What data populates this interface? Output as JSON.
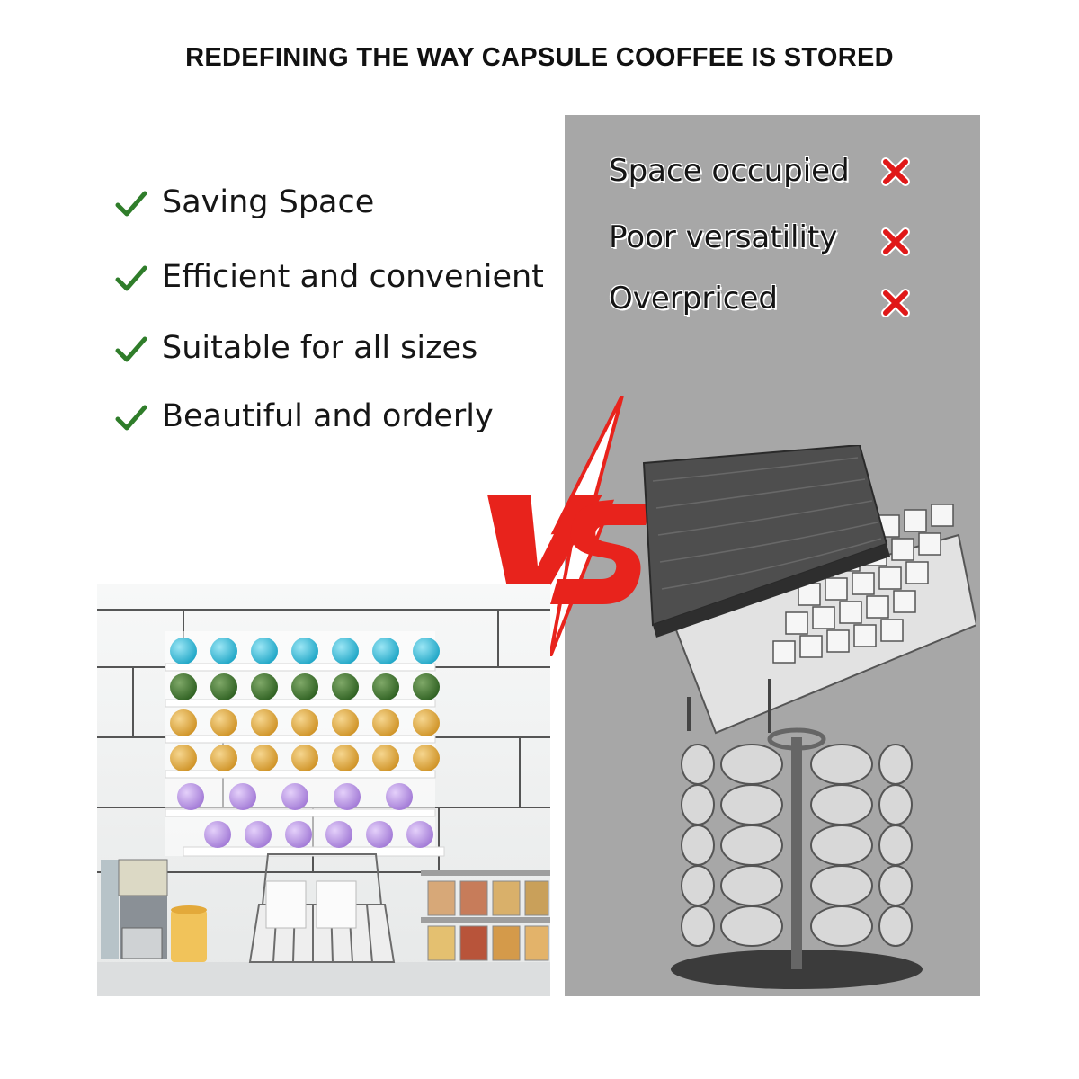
{
  "title": "REDEFINING THE WAY CAPSULE COOFFEE IS STORED",
  "benefits": [
    {
      "label": "Saving Space",
      "icon": "check-icon"
    },
    {
      "label": "Efficient and convenient",
      "icon": "check-icon"
    },
    {
      "label": "Suitable for all sizes",
      "icon": "check-icon"
    },
    {
      "label": "Beautiful and orderly",
      "icon": "check-icon"
    }
  ],
  "cons": [
    {
      "label": "Space occupied",
      "icon": "x-icon"
    },
    {
      "label": "Poor versatility",
      "icon": "x-icon"
    },
    {
      "label": "Overpriced",
      "icon": "x-icon"
    }
  ],
  "colors": {
    "check": "#2f7d2a",
    "x_mark": "#e01818",
    "vs": "#e8231c",
    "panel": "#a7a7a7",
    "capsule_rows": [
      "#2eb8d8",
      "#3f7a2c",
      "#e0a83a",
      "#e0a83a",
      "#b58ae0",
      "#b58ae0"
    ]
  }
}
